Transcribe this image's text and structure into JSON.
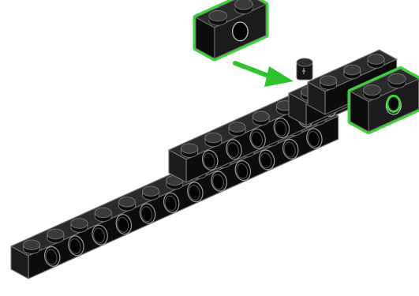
{
  "diagram": {
    "type": "building-instruction-step",
    "subject": "technic-brick-assembly",
    "colors": {
      "brick_top": "#2a2a2a",
      "brick_left": "#0c0c0c",
      "brick_right": "#1b1b1b",
      "edge": "#6e6e6e",
      "stud_top": "#3a3a3a",
      "highlight": "#3dd43a",
      "arrow": "#2fc22f",
      "background": "#ffffff"
    },
    "callout": {
      "part": "technic-brick-1x2-with-hole",
      "action": "attach",
      "icon": "green-arrow-icon"
    }
  }
}
